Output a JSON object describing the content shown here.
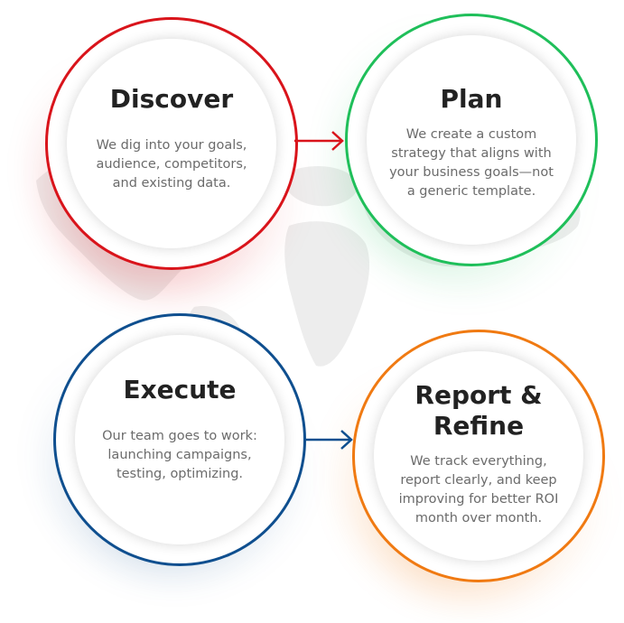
{
  "colors": {
    "discover": "#d9141b",
    "plan": "#1fbf5a",
    "execute": "#0f4f8f",
    "refine": "#f07a12",
    "map": "#eeeeee"
  },
  "steps": [
    {
      "id": "discover",
      "title": "Discover",
      "description": "We dig into your goals,\naudience, competitors,\nand existing data."
    },
    {
      "id": "plan",
      "title": "Plan",
      "description": "We create a custom\nstrategy that aligns with\nyour business goals—not\na generic template."
    },
    {
      "id": "execute",
      "title": "Execute",
      "description": "Our team goes to work:\nlaunching campaigns,\ntesting, optimizing."
    },
    {
      "id": "refine",
      "title": "Report &\nRefine",
      "description": "We track everything,\nreport clearly, and keep\nimproving for better ROI\nmonth over month."
    }
  ],
  "arrows": [
    {
      "from": "discover",
      "to": "plan",
      "icon": "arrow-right-icon"
    },
    {
      "from": "execute",
      "to": "refine",
      "icon": "arrow-right-icon"
    }
  ]
}
